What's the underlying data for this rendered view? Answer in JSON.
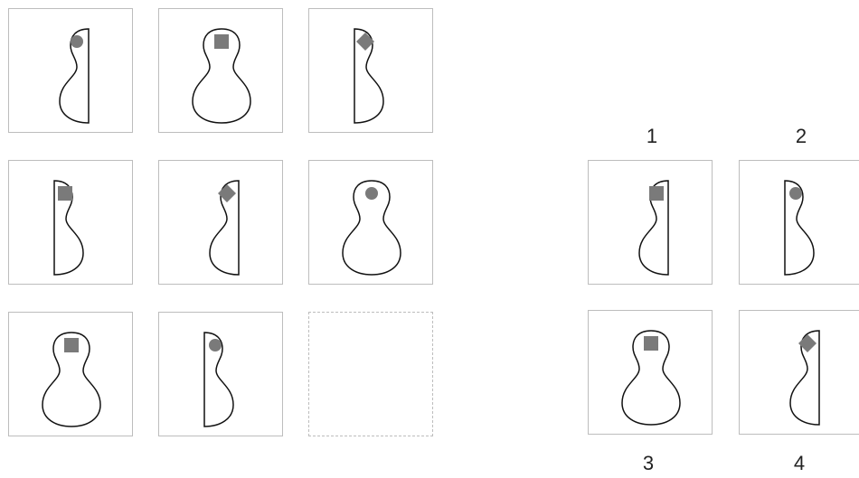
{
  "puzzle": {
    "grid": [
      {
        "shape": "right-half",
        "mark": "circle"
      },
      {
        "shape": "full",
        "mark": "square"
      },
      {
        "shape": "left-half",
        "mark": "diamond"
      },
      {
        "shape": "left-half",
        "mark": "square"
      },
      {
        "shape": "right-half",
        "mark": "diamond"
      },
      {
        "shape": "full",
        "mark": "circle"
      },
      {
        "shape": "full",
        "mark": "square"
      },
      {
        "shape": "left-half",
        "mark": "circle"
      },
      {
        "shape": "empty",
        "mark": "none"
      }
    ],
    "options": [
      {
        "label": "1",
        "shape": "right-half",
        "mark": "square"
      },
      {
        "label": "2",
        "shape": "left-half",
        "mark": "circle"
      },
      {
        "label": "3",
        "shape": "full",
        "mark": "square"
      },
      {
        "label": "4",
        "shape": "right-half",
        "mark": "diamond"
      }
    ]
  }
}
